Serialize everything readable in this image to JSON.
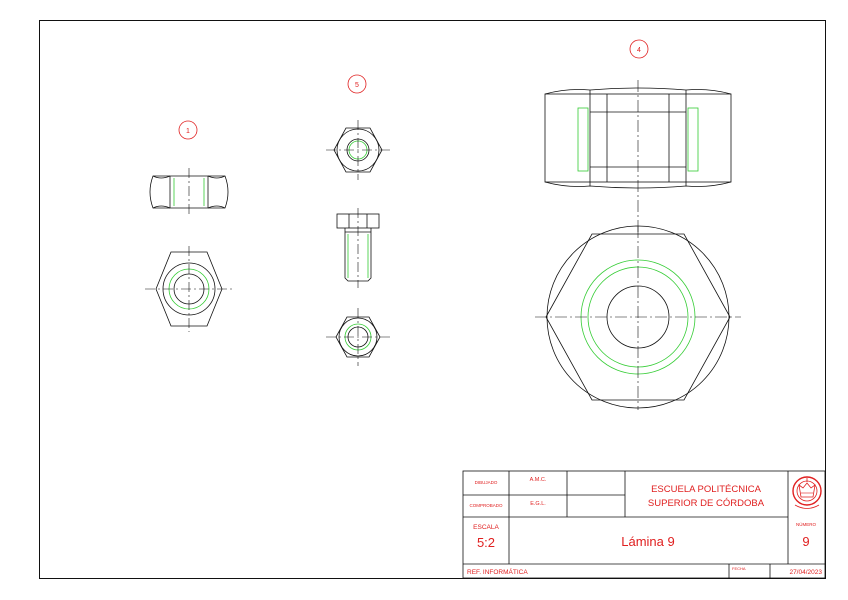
{
  "callouts": {
    "c1": "1",
    "c4": "4",
    "c5": "5"
  },
  "title_block": {
    "drawn_label": "DIBUJADO",
    "drawn_value": "A.M.C.",
    "checked_label": "COMPROBADO",
    "checked_value": "E.G.L.",
    "school_line1": "ESCUELA POLITÉCNICA",
    "school_line2": "SUPERIOR DE CÓRDOBA",
    "scale_label": "ESCALA",
    "scale_value": "5:2",
    "sheet_title": "Lámina 9",
    "number_label": "NÚMERO",
    "number_value": "9",
    "reference": "REF. INFORMÁTICA",
    "date_label": "FECHA",
    "date_value": "27/04/2023"
  },
  "colors": {
    "line": "#111111",
    "thread": "#33cc33",
    "annotation": "#e02020",
    "background": "#ffffff"
  },
  "icons": {
    "logo": "university-seal-icon"
  }
}
